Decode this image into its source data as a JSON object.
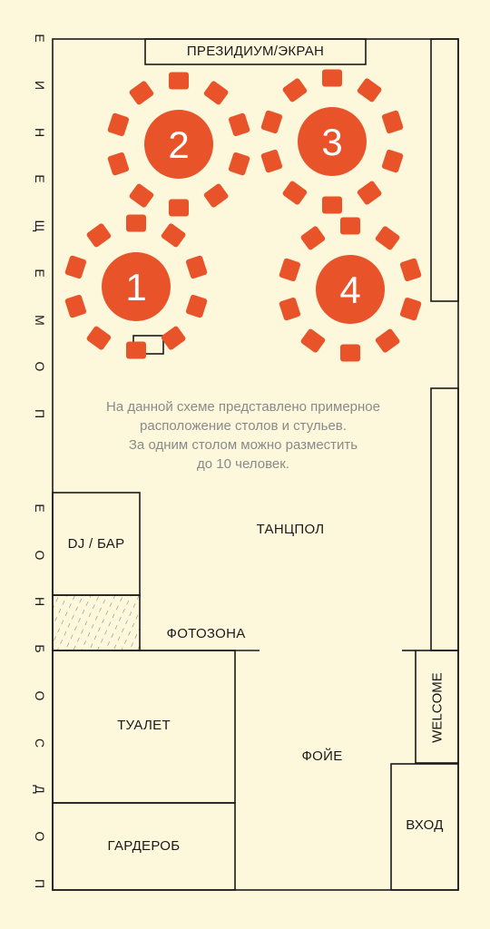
{
  "side_label": [
    "П",
    "О",
    "Д",
    "С",
    "О",
    "Б",
    "Н",
    "О",
    "Е",
    " ",
    "П",
    "О",
    "М",
    "Е",
    "Щ",
    "Е",
    "Н",
    "И",
    "Е"
  ],
  "rooms": {
    "presidium": "ПРЕЗИДИУМ/ЭКРАН",
    "dancefloor": "ТАНЦПОЛ",
    "dj_bar": "DJ / БАР",
    "photozone": "ФОТОЗОНА",
    "toilet": "ТУАЛЕТ",
    "foyer": "ФОЙЕ",
    "wardrobe": "ГАРДЕРОБ",
    "entrance": "ВХОД",
    "welcome": "WELCOME"
  },
  "note": [
    "На данной схеме представлено примерное",
    "расположение столов и стульев.",
    "За одним столом можно разместить",
    "до 10 человек."
  ],
  "tables": [
    {
      "label": "1"
    },
    {
      "label": "2"
    },
    {
      "label": "3"
    },
    {
      "label": "4"
    }
  ],
  "colors": {
    "table": "#e8532a",
    "background": "#fdf8dc",
    "line": "#1a1a1a",
    "note": "#8a8a8a"
  }
}
